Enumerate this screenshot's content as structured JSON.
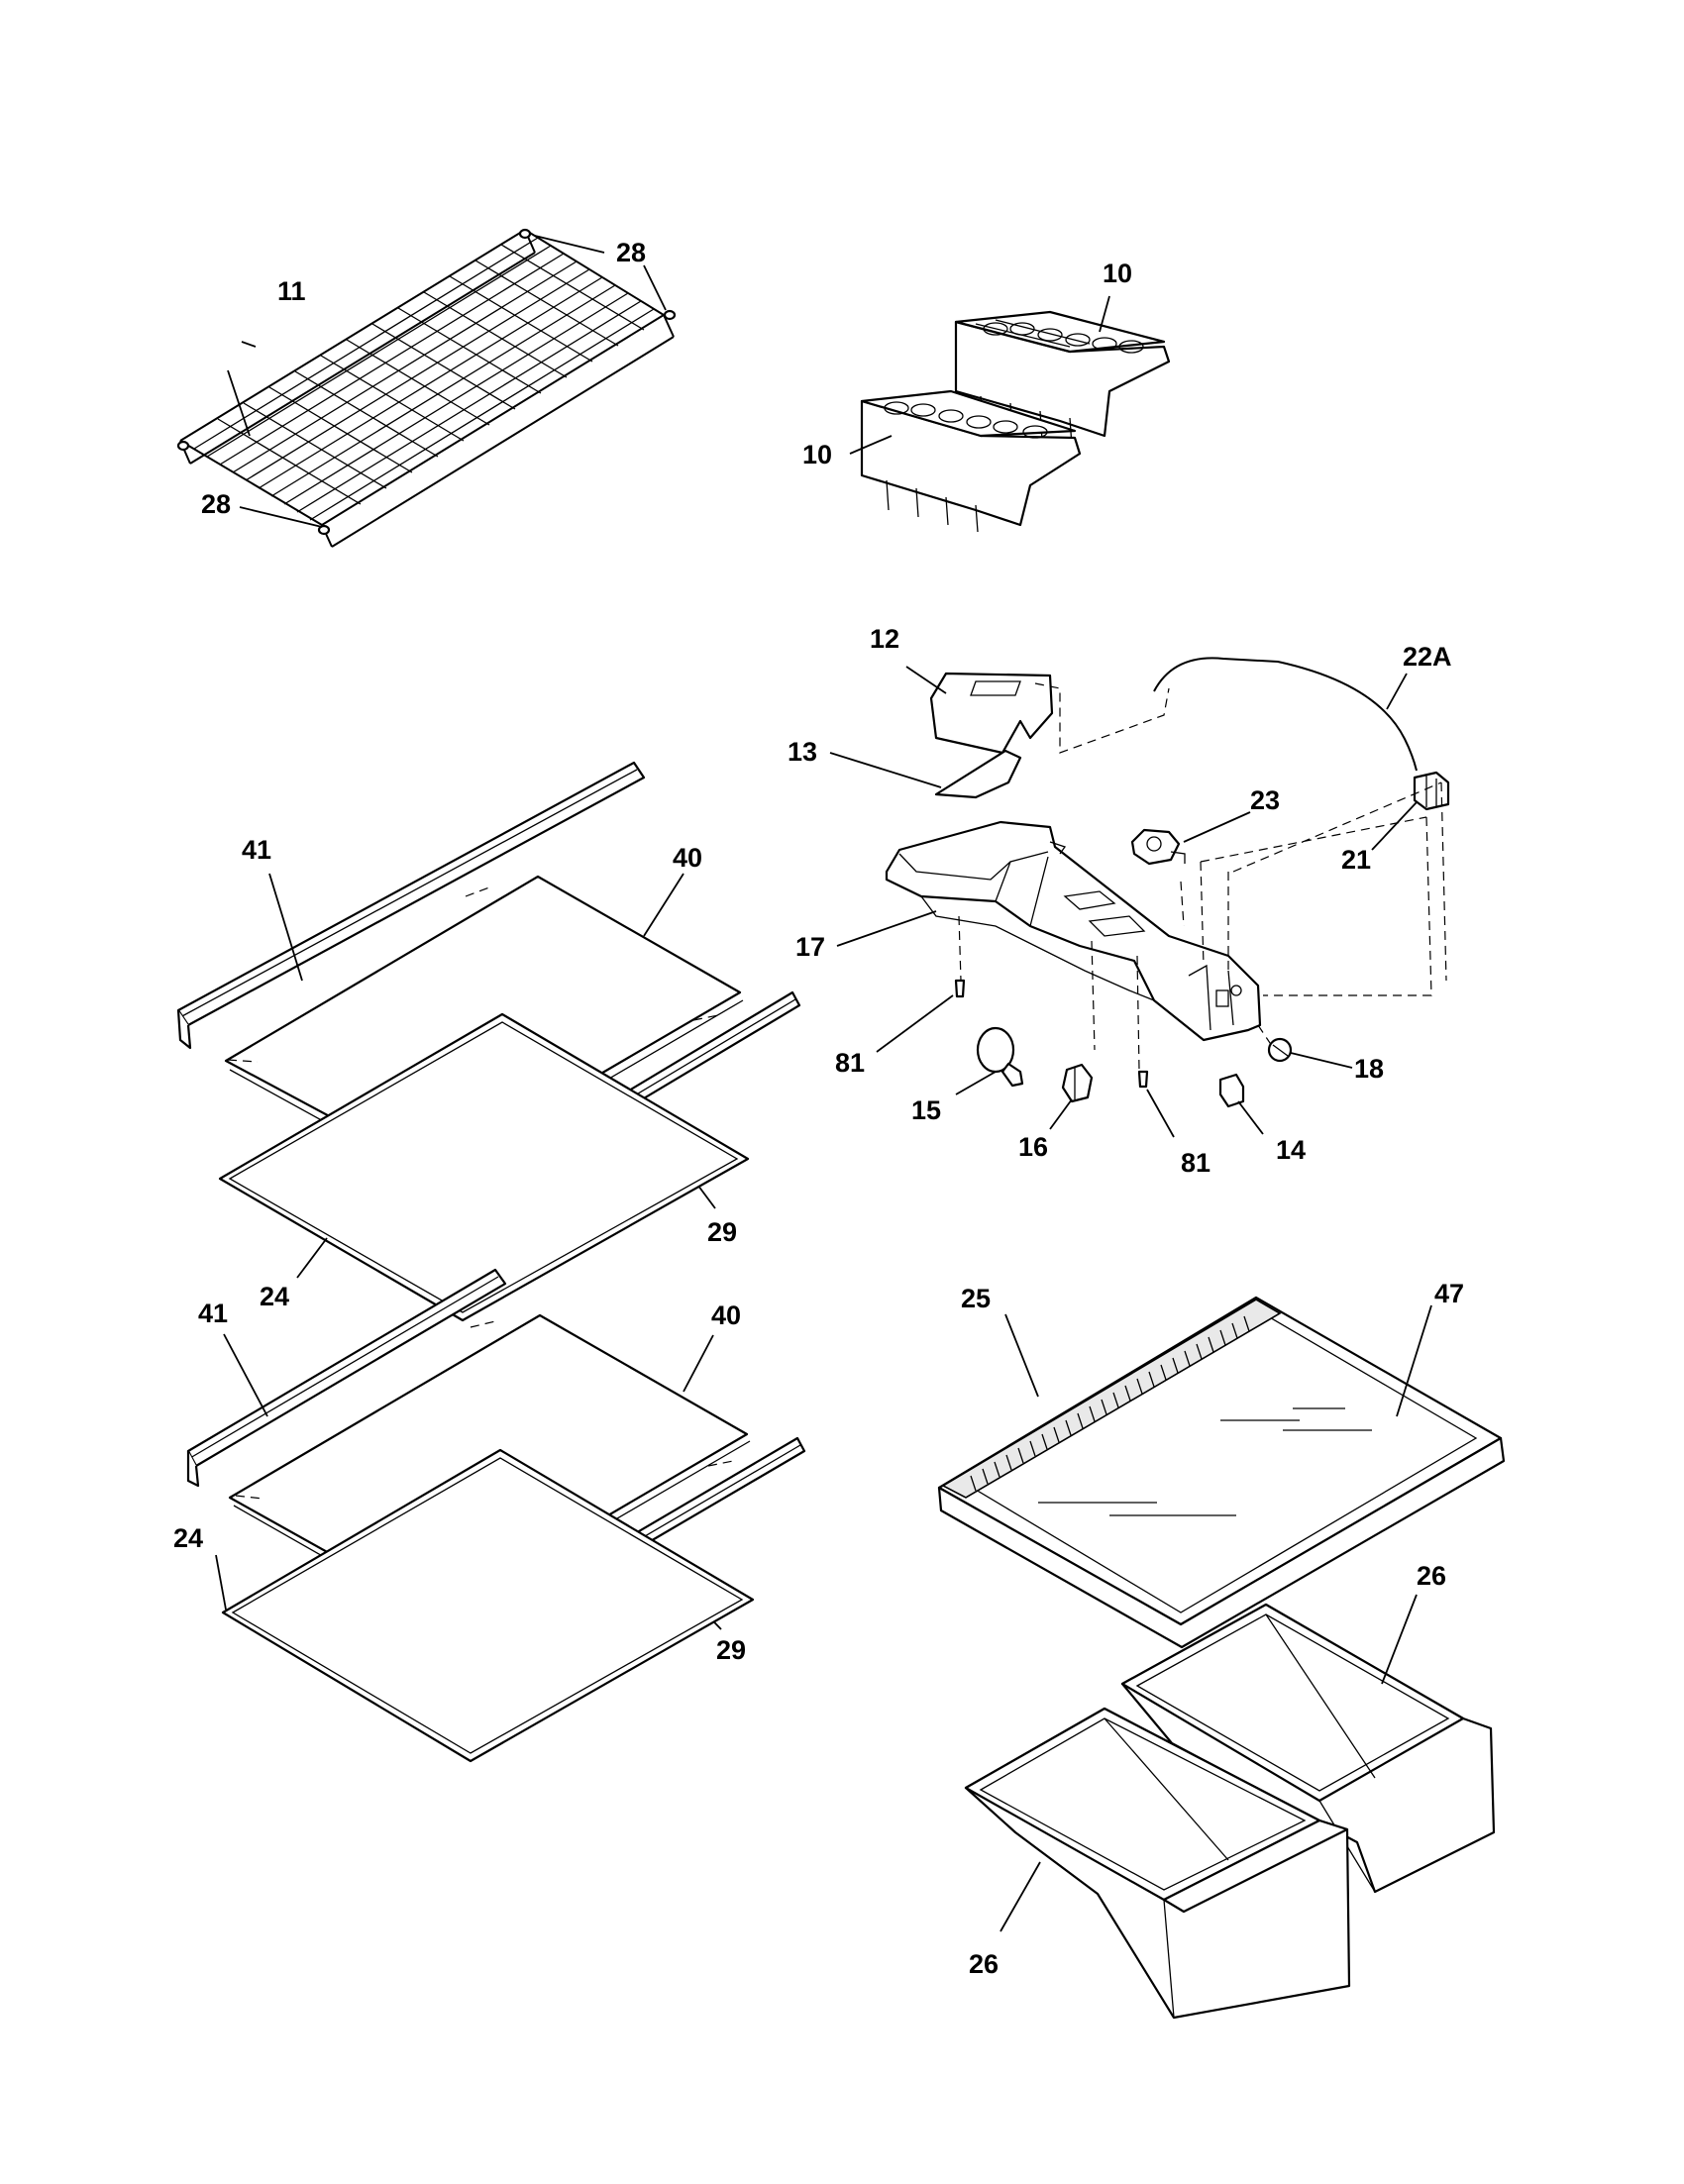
{
  "callouts": {
    "c11": "11",
    "c28a": "28",
    "c28b": "28",
    "c10a": "10",
    "c10b": "10",
    "c12": "12",
    "c13": "13",
    "c22a": "22A",
    "c23": "23",
    "c21": "21",
    "c17": "17",
    "c81a": "81",
    "c81b": "81",
    "c15": "15",
    "c16": "16",
    "c14": "14",
    "c18": "18",
    "c41a": "41",
    "c40a": "40",
    "c29a": "29",
    "c24a": "24",
    "c41b": "41",
    "c40b": "40",
    "c29b": "29",
    "c24b": "24",
    "c25": "25",
    "c47": "47",
    "c26a": "26",
    "c26b": "26"
  },
  "icons": [
    "wire-shelf",
    "ice-tray",
    "ice-bin",
    "glass-shelf",
    "crisper-cover",
    "crisper-drawer",
    "light-bulb",
    "control-housing"
  ],
  "colors": {
    "ink": "#000000",
    "paper": "#ffffff"
  }
}
